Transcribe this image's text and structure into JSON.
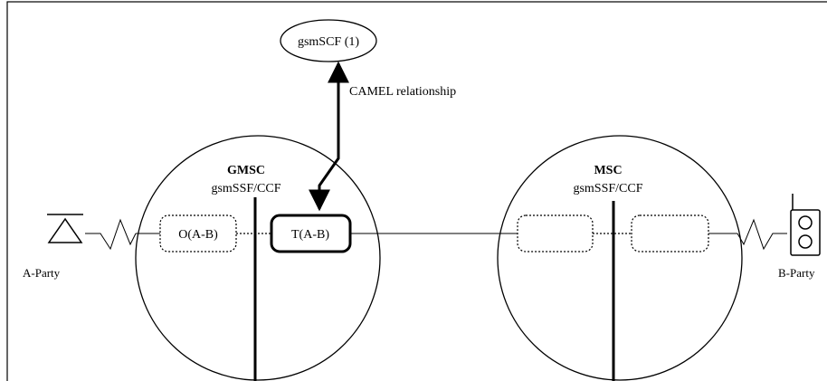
{
  "scf": {
    "label": "gsmSCF (1)"
  },
  "relationship": {
    "label": "CAMEL relationship"
  },
  "gmsc": {
    "title": "GMSC",
    "subtitle": "gsmSSF/CCF"
  },
  "msc": {
    "title": "MSC",
    "subtitle": "gsmSSF/CCF"
  },
  "bcsm": {
    "originating": "O(A-B)",
    "terminating": "T(A-B)"
  },
  "a_party": {
    "label": "A-Party",
    "icon": "antenna-icon"
  },
  "b_party": {
    "label": "B-Party",
    "icon": "mobile-phone-icon"
  }
}
